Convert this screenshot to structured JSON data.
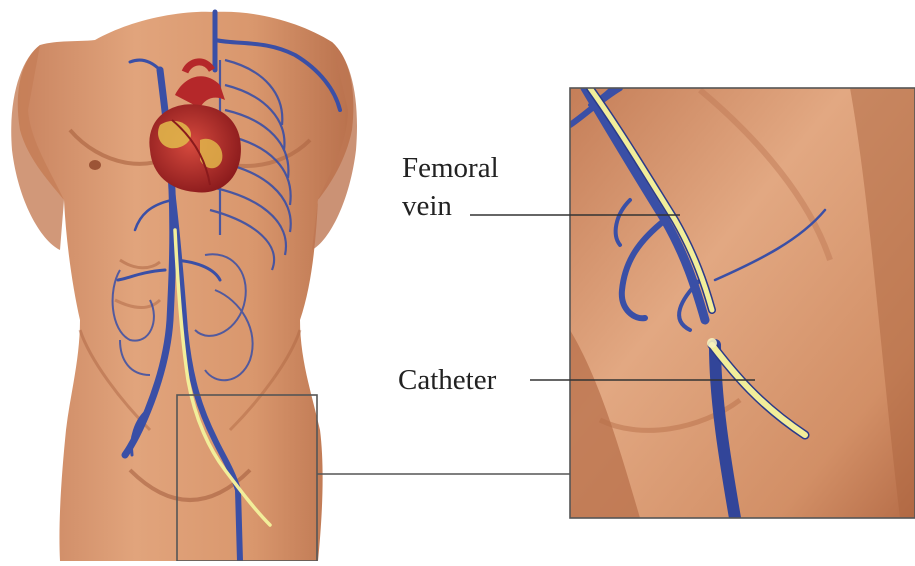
{
  "labels": {
    "femoral_line1": "Femoral",
    "femoral_line2": "vein",
    "catheter": "Catheter"
  },
  "colors": {
    "skin": "#d99a72",
    "skin_shadow": "#b9714a",
    "vein": "#3a4fa6",
    "vein_dark": "#24357e",
    "catheter": "#f2ee9a",
    "heart": "#b5282a",
    "fat": "#e0b54a",
    "frame": "#555555"
  },
  "icons": [
    "heart-illustration",
    "vein-network",
    "catheter-tube"
  ]
}
